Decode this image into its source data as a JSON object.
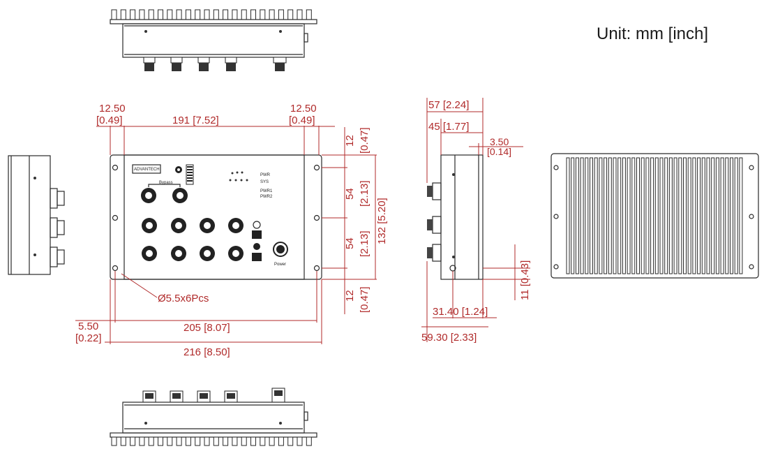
{
  "unit_label": "Unit: mm [inch]",
  "front_view": {
    "brand": "ADVANTECH",
    "port_group_label": "Bypass",
    "power_label": "Power",
    "led_labels": [
      "PWR",
      "SYS",
      "PWR1",
      "PWR2"
    ]
  },
  "dimensions": {
    "left_flange_top": "12.50",
    "left_flange_top_in": "[0.49]",
    "inner_width_top": "191 [7.52]",
    "right_flange_top": "12.50",
    "right_flange_top_in": "[0.49]",
    "top_margin": "12",
    "top_margin_in": "[0.47]",
    "hole_pitch_1": "54",
    "hole_pitch_1_in": "[2.13]",
    "hole_pitch_2": "54",
    "hole_pitch_2_in": "[2.13]",
    "bottom_margin": "12",
    "bottom_margin_in": "[0.47]",
    "total_height": "132 [5.20]",
    "hole_spec": "Ø5.5x6Pcs",
    "hole_offset": "5.50",
    "hole_offset_in": "[0.22]",
    "hole_span": "205 [8.07]",
    "total_width": "216 [8.50]",
    "side_depth_total": "57 [2.24]",
    "side_depth_body": "45 [1.77]",
    "flange_thickness": "3.50",
    "flange_thickness_in": "[0.14]",
    "side_hole_height": "11 [0.43]",
    "side_hole_offset": "31.40 [1.24]",
    "side_overall": "59.30 [2.33]"
  }
}
